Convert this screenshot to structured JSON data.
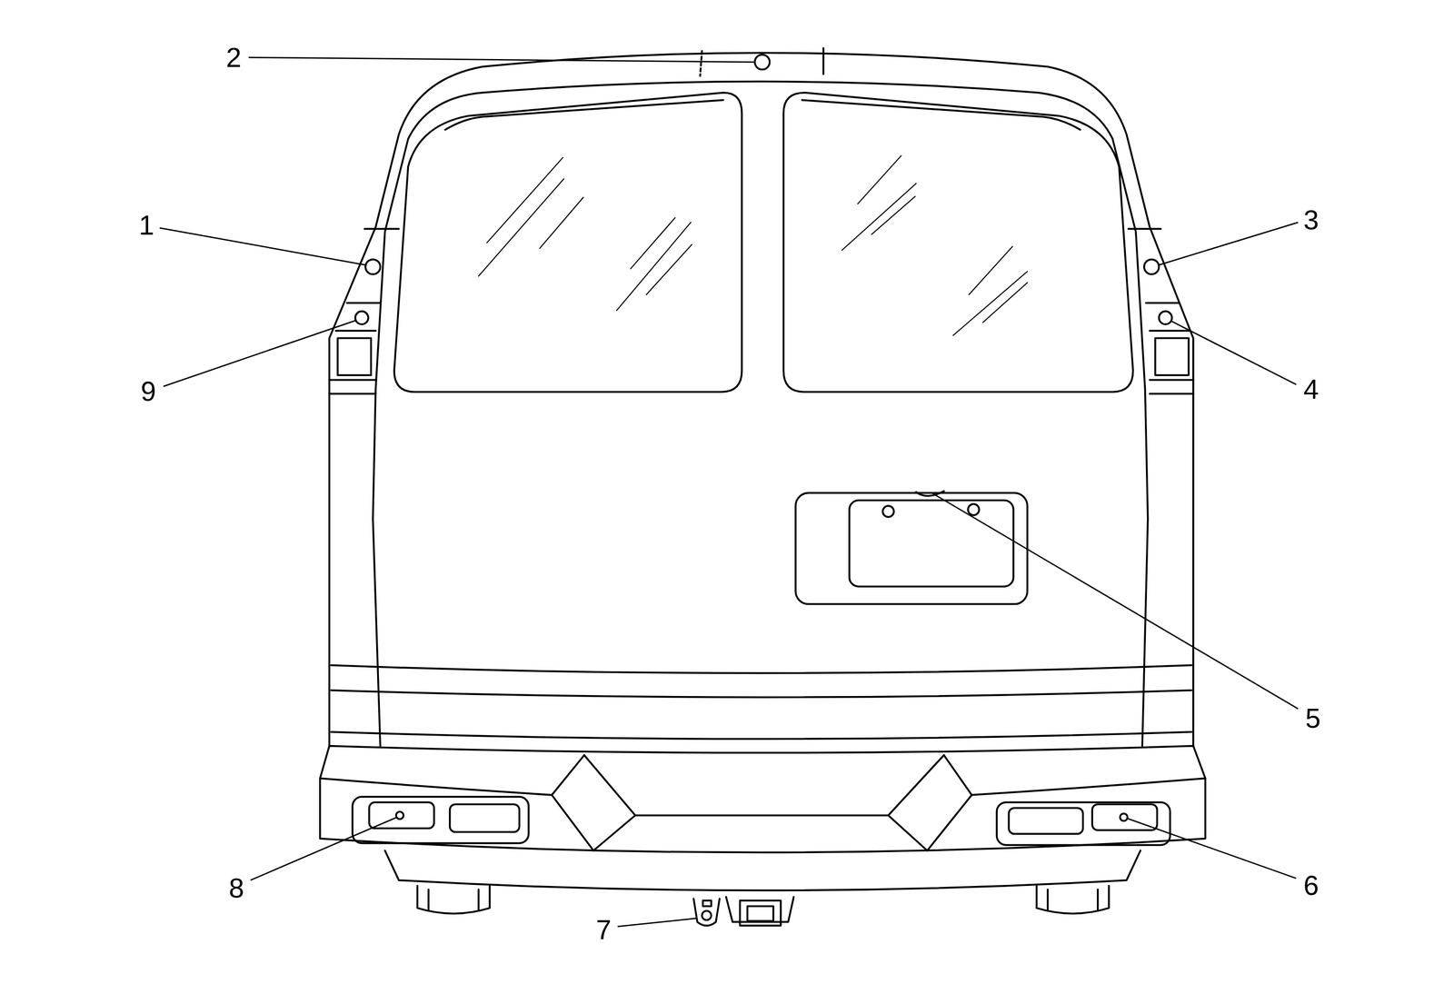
{
  "diagram": {
    "labels": [
      "2",
      "1",
      "3",
      "9",
      "4",
      "5",
      "8",
      "6",
      "7"
    ]
  }
}
